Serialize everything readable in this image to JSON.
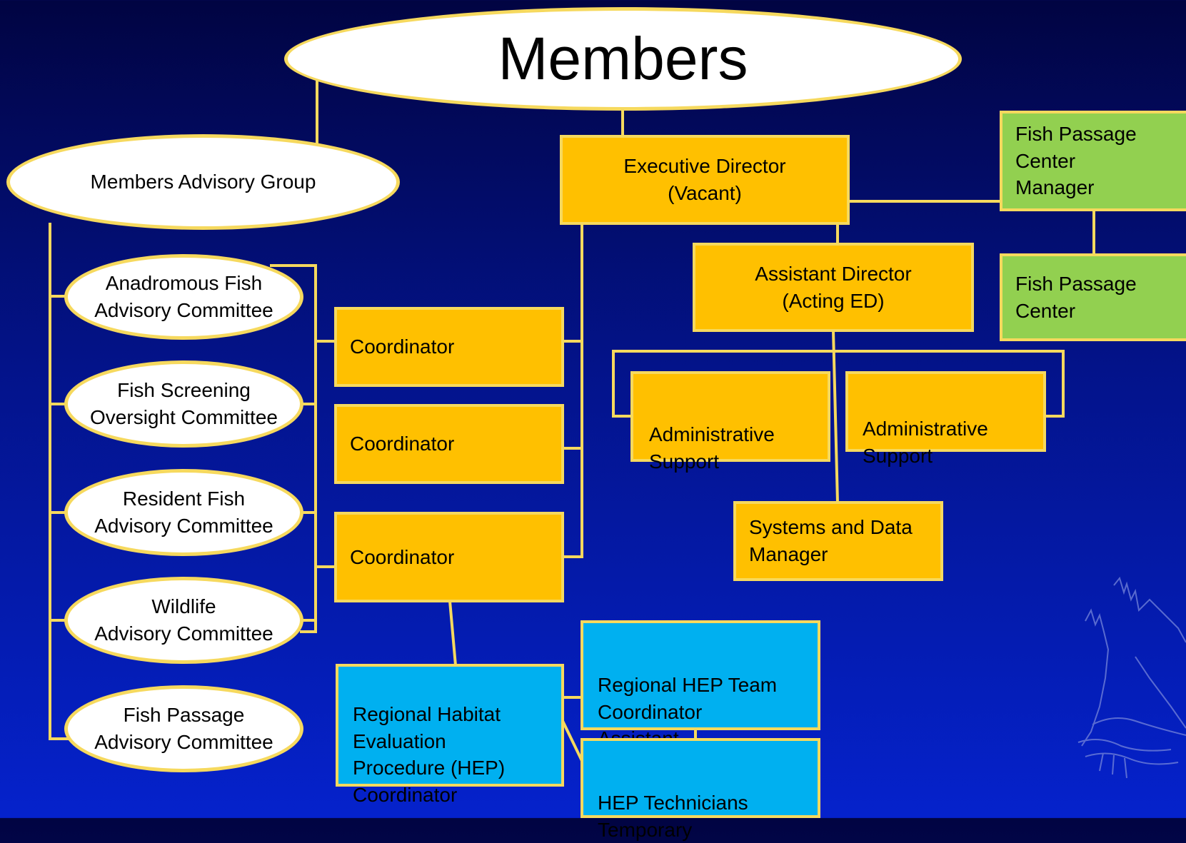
{
  "chart": {
    "members": "Members",
    "members_advisory_group": "Members Advisory Group",
    "executive_director": "Executive Director\n(Vacant)",
    "assistant_director": "Assistant Director\n(Acting ED)",
    "fpc_manager": "Fish Passage\nCenter\nManager",
    "fpc": "Fish Passage\nCenter",
    "admin_support_1": "Administrative\n Support",
    "admin_support_2": "Administrative\nSupport",
    "systems_data_manager": "Systems and Data\nManager",
    "coordinator_1": "Coordinator",
    "coordinator_2": "Coordinator",
    "coordinator_3": "Coordinator",
    "committees": [
      "Anadromous Fish\nAdvisory Committee",
      "Fish Screening\nOversight Committee",
      "Resident Fish\nAdvisory Committee",
      "Wildlife\nAdvisory Committee",
      "Fish Passage\nAdvisory Committee"
    ],
    "hep_coordinator": "Regional  Habitat\nEvaluation\nProcedure (HEP)\nCoordinator",
    "hep_assistant": "Regional HEP Team\nCoordinator\nAssistant",
    "hep_technicians": "HEP Technicians\nTemporary"
  },
  "colors": {
    "connector": "#f6d95e",
    "orange_box": "#ffc000",
    "green_box": "#92d050",
    "cyan_box": "#00b0f0"
  },
  "icons": {
    "logo": "heron-logo-icon"
  }
}
